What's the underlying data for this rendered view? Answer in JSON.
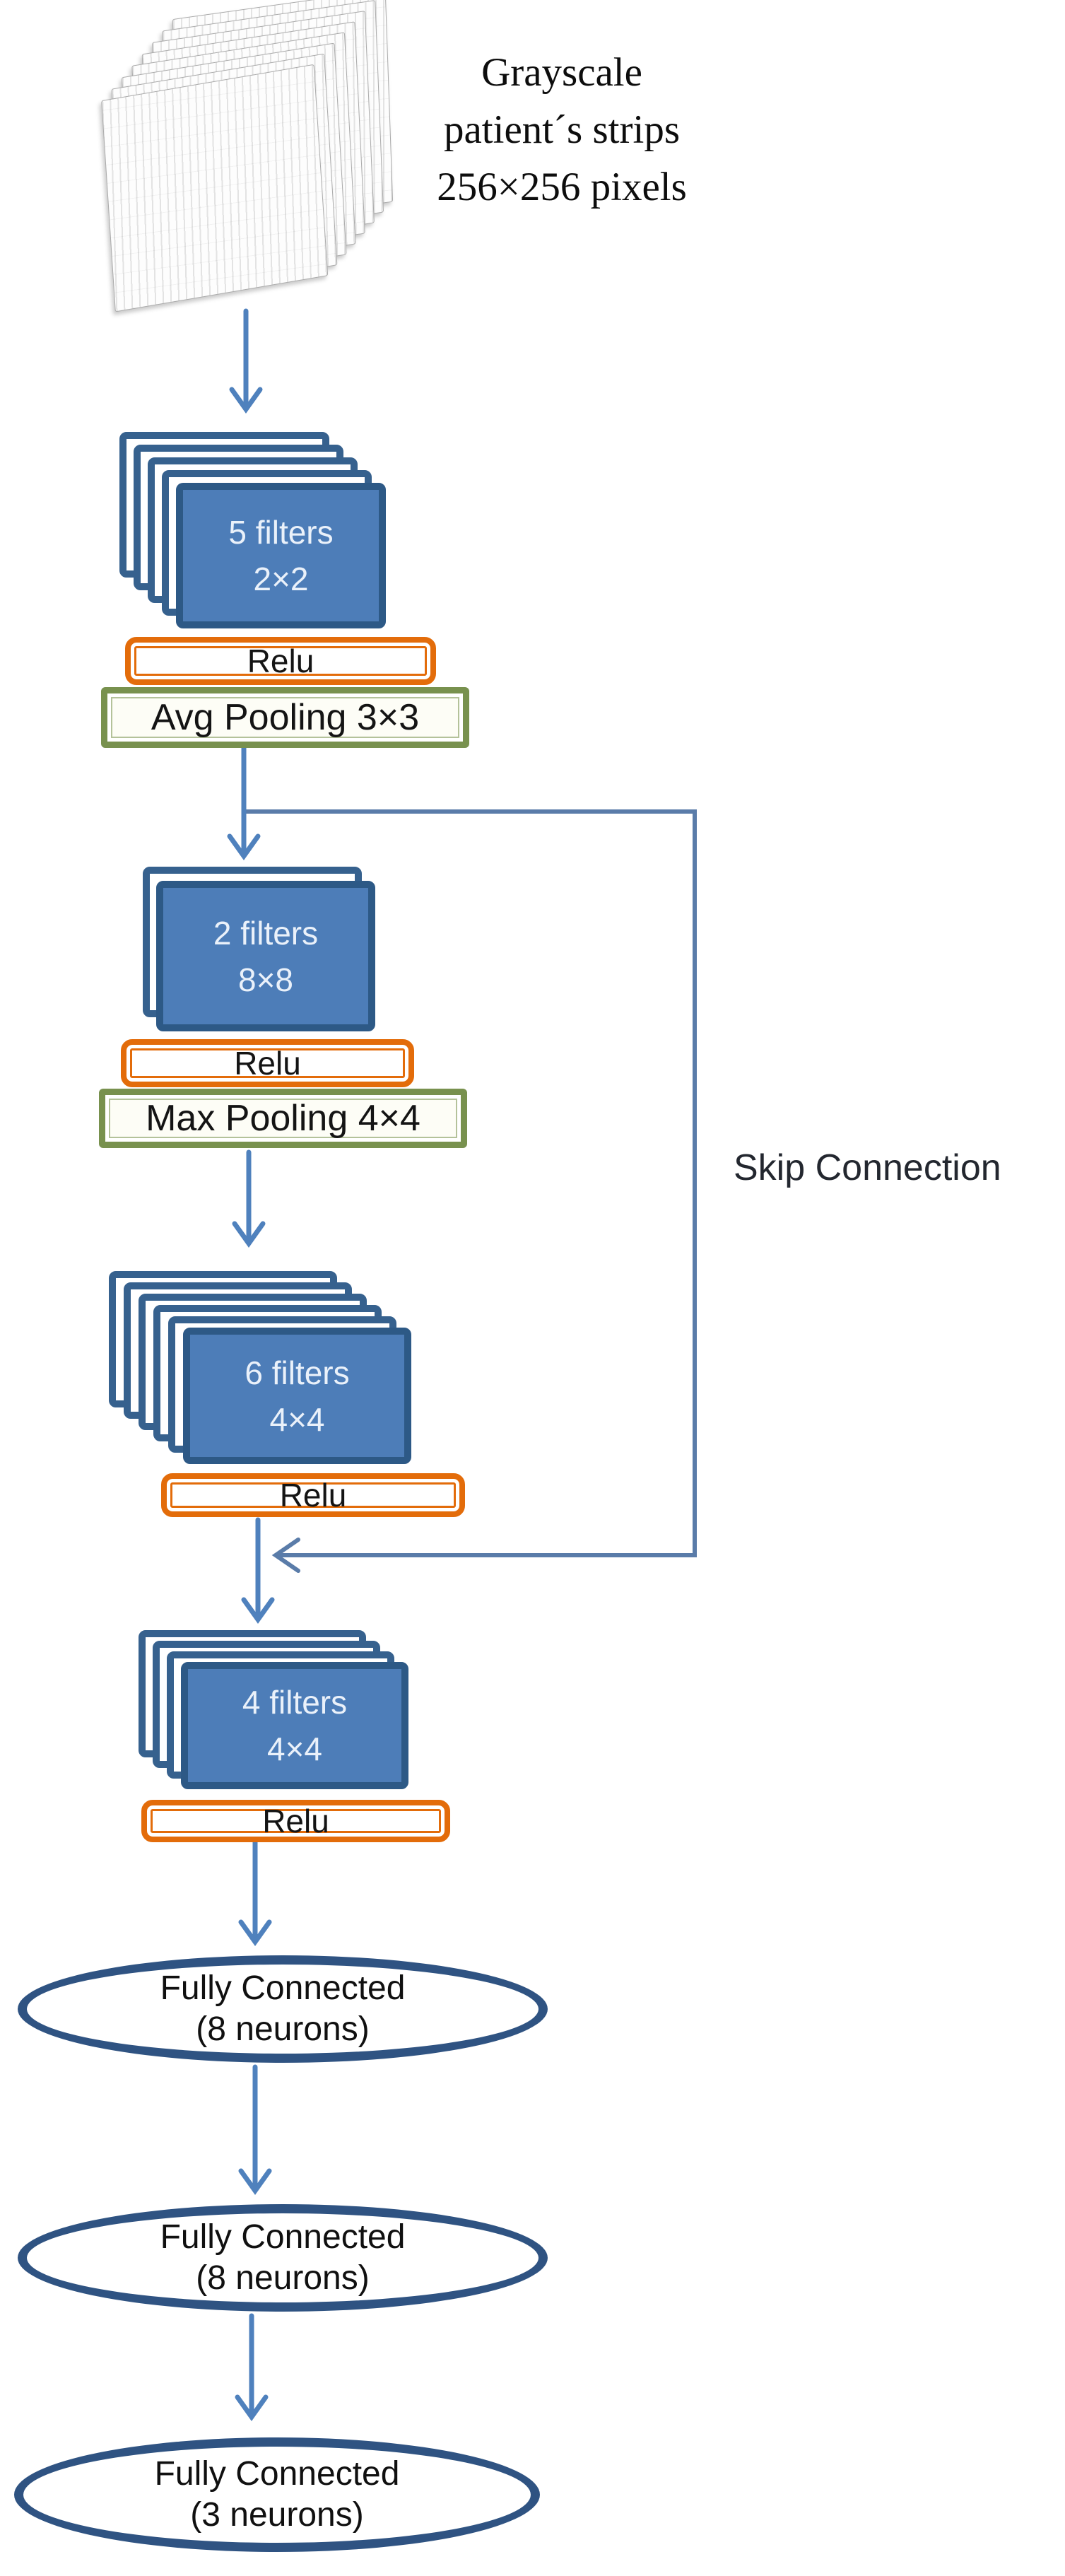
{
  "input": {
    "caption_lines": [
      "Grayscale",
      "patient´s strips",
      "256×256 pixels"
    ]
  },
  "conv_blocks": [
    {
      "filters": "5 filters",
      "kernel": "2×2",
      "stack_count": 5,
      "activation": "Relu",
      "pooling": "Avg Pooling 3×3"
    },
    {
      "filters": "2 filters",
      "kernel": "8×8",
      "stack_count": 2,
      "activation": "Relu",
      "pooling": "Max Pooling 4×4"
    },
    {
      "filters": "6 filters",
      "kernel": "4×4",
      "stack_count": 6,
      "activation": "Relu"
    },
    {
      "filters": "4 filters",
      "kernel": "4×4",
      "stack_count": 4,
      "activation": "Relu"
    }
  ],
  "skip_connection": {
    "label": "Skip Connection"
  },
  "fully_connected_layers": [
    {
      "title": "Fully Connected",
      "detail": "(8 neurons)"
    },
    {
      "title": "Fully Connected",
      "detail": "(8 neurons)"
    },
    {
      "title": "Fully Connected",
      "detail": "(3 neurons)"
    }
  ],
  "colors": {
    "node_fill": "#4d7db8",
    "node_border": "#2d5986",
    "stack_border": "#36618e",
    "node_text": "#eaf1fa",
    "relu_border": "#e36c0a",
    "pool_border": "#78914e",
    "arrow": "#4f81bd",
    "skip_line": "#5a7ca9",
    "ellipse_border": "#2f5382"
  }
}
